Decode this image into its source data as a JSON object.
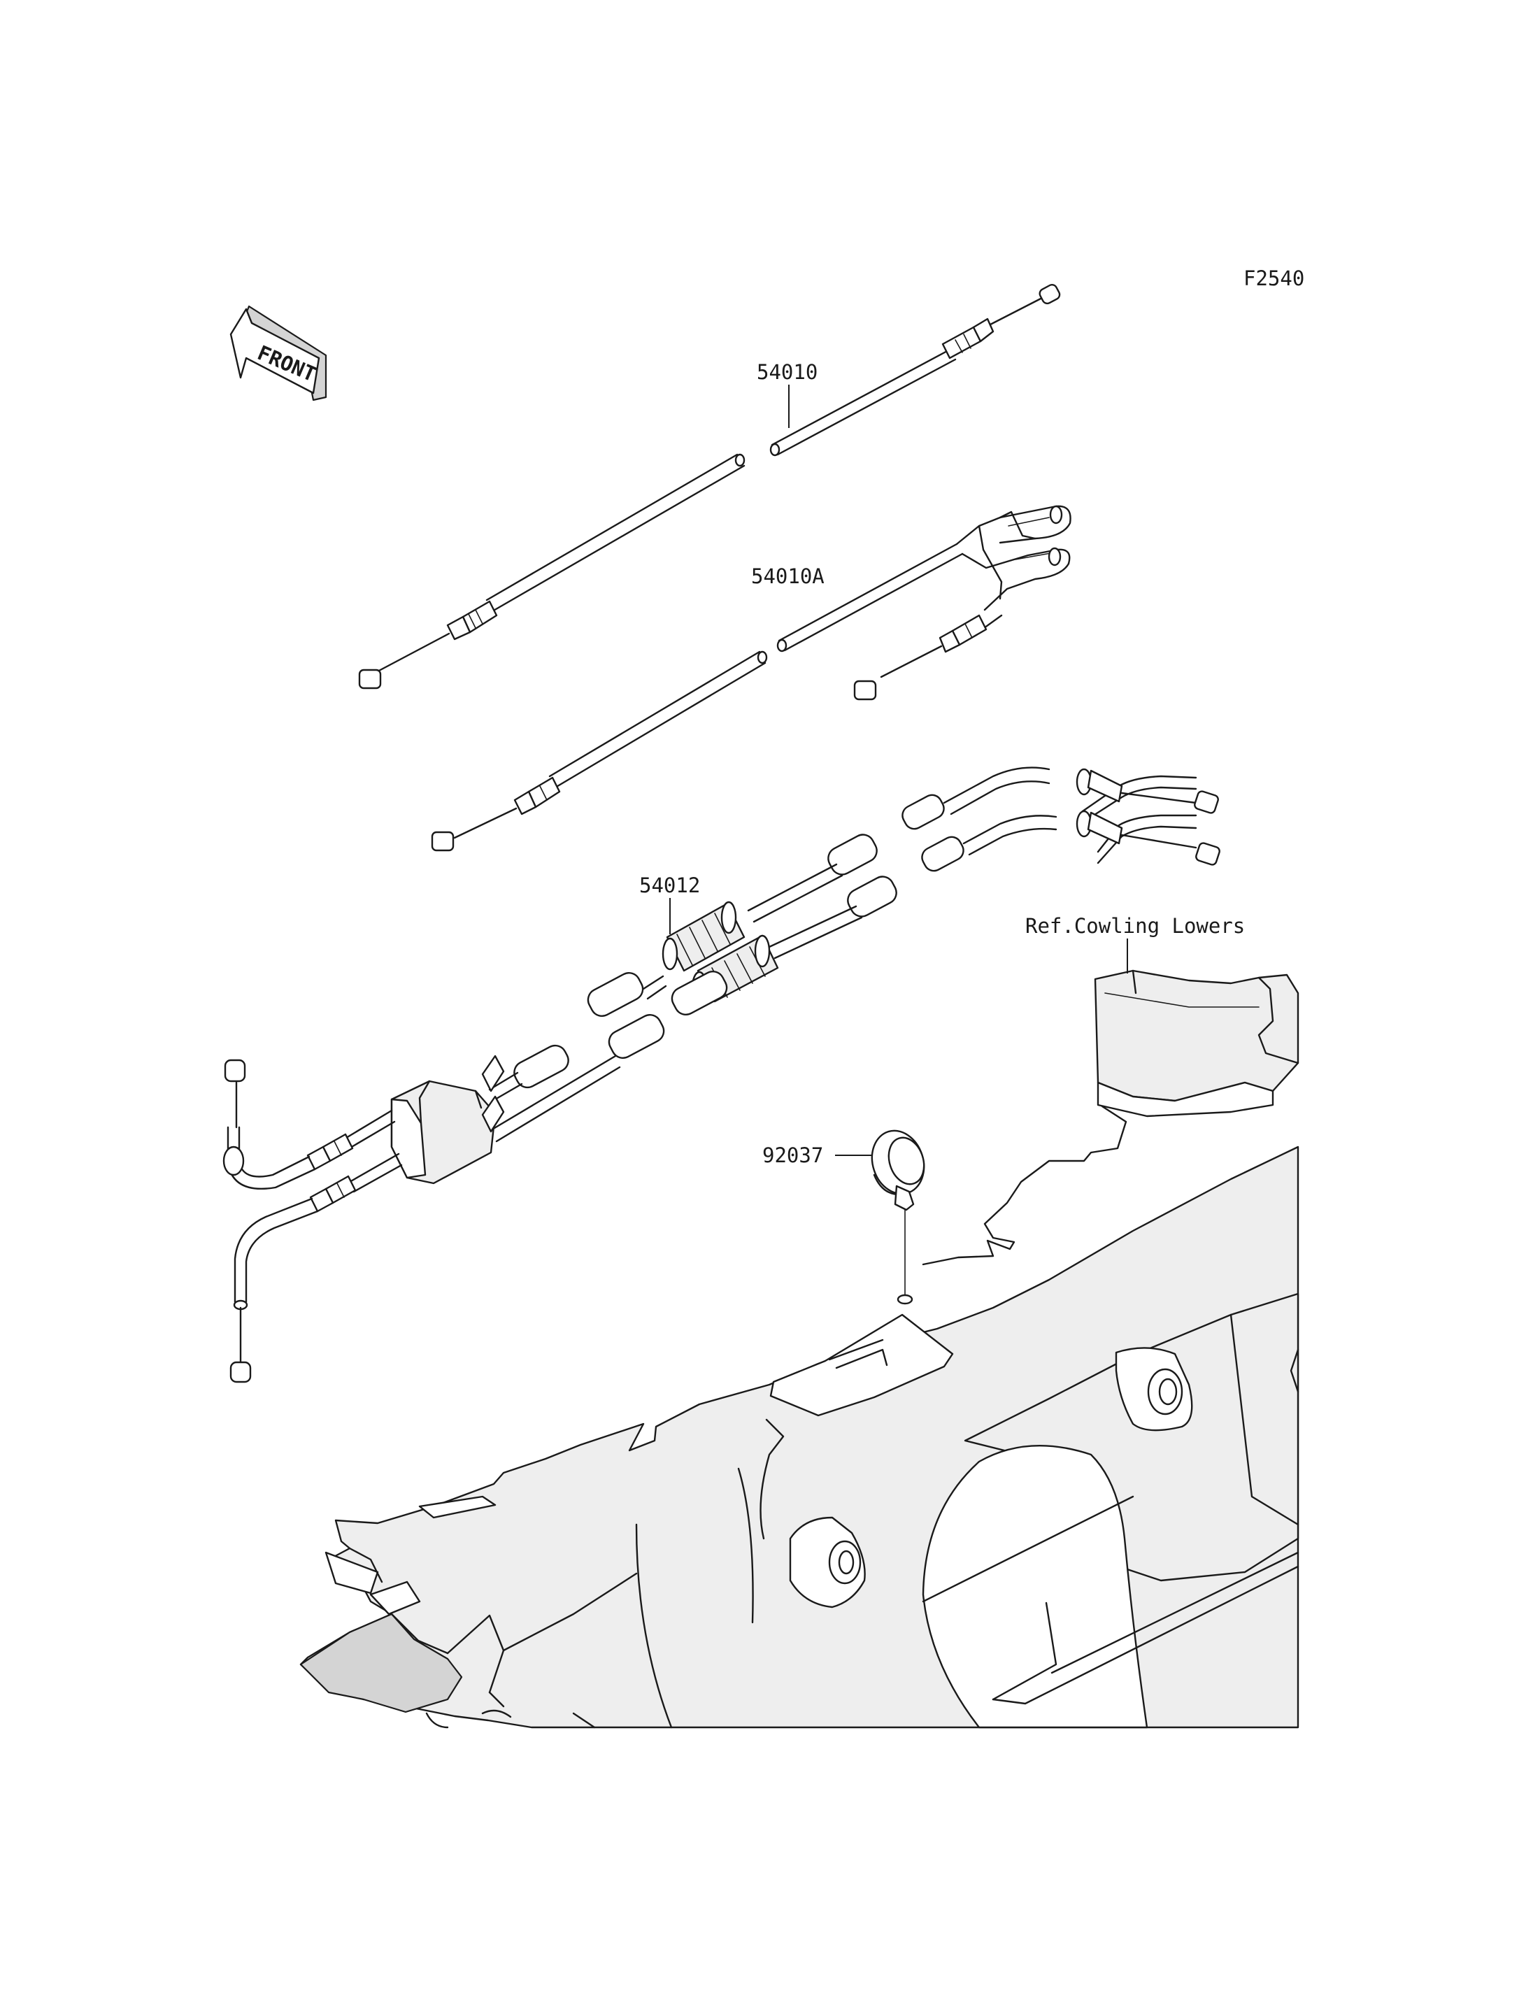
{
  "diagram_code": "F2540",
  "front_label": "FRONT",
  "callouts": {
    "throttle_cable_upper": "54010",
    "throttle_cable_lower": "54010A",
    "throttle_cable_assy": "54012",
    "clamp": "92037",
    "reference": "Ref.Cowling Lowers"
  }
}
